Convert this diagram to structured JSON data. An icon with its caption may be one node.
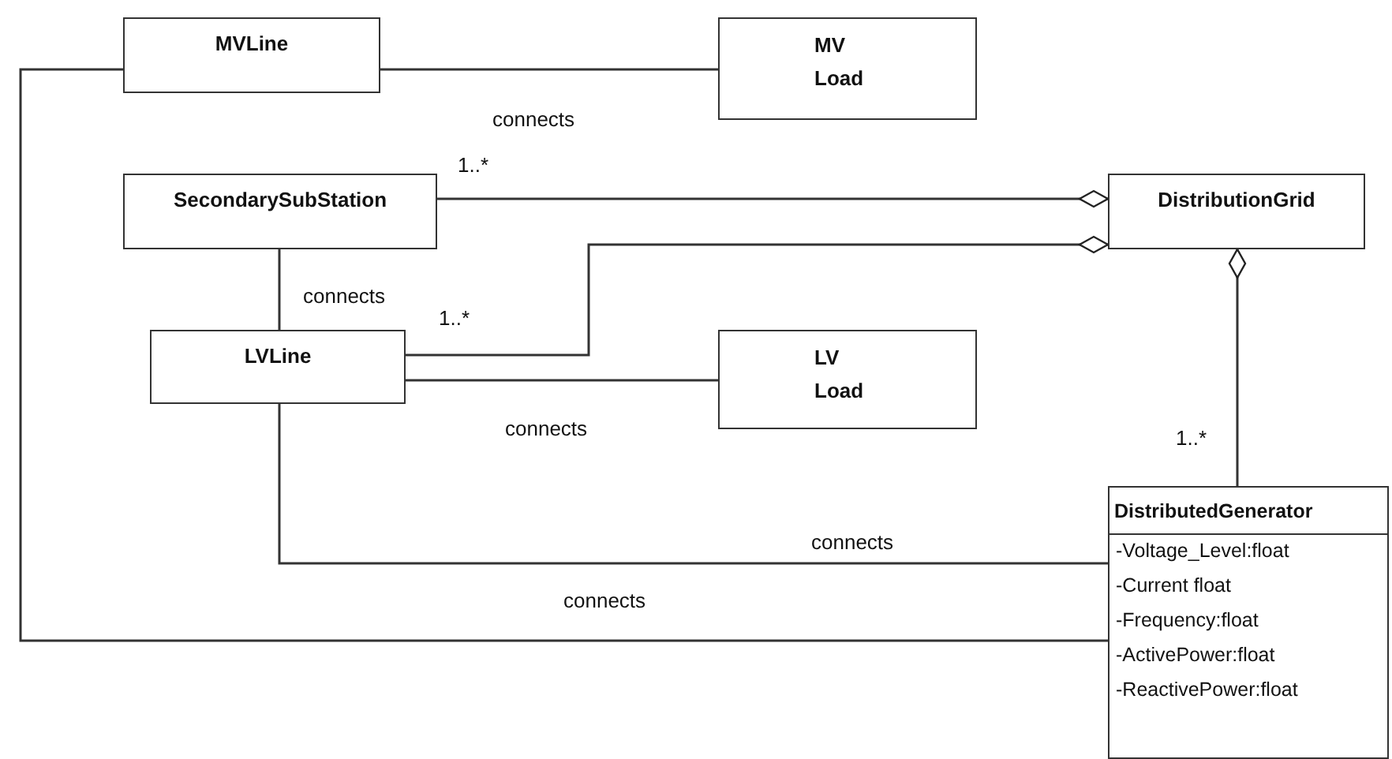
{
  "diagram": {
    "nodes": [
      {
        "text": [
          "MVLine"
        ]
      },
      {
        "text": [
          "MV Load"
        ]
      },
      {
        "text": [
          "SecondarySubStation"
        ]
      },
      {
        "text": [
          "DistributionGrid"
        ]
      },
      {
        "text": [
          "LVLine"
        ]
      },
      {
        "text": [
          "LV Load"
        ]
      },
      {
        "text": [
          "DistributedGenerator",
          "-Voltage_Level:float",
          "-Current float",
          "-Frequency:float",
          "-ActivePower:float",
          "-ReactivePower:float"
        ]
      }
    ],
    "edges": [
      {
        "from": 0,
        "to": 1,
        "arrow": "none",
        "label": "connects"
      },
      {
        "from": 2,
        "to": 3,
        "arrow": "other",
        "label": "1..*"
      },
      {
        "from": 4,
        "to": 3,
        "arrow": "other",
        "label": "1..*"
      },
      {
        "from": 2,
        "to": 4,
        "arrow": "none",
        "label": "connects"
      },
      {
        "from": 4,
        "to": 5,
        "arrow": "none",
        "label": "connects"
      },
      {
        "from": 6,
        "to": 3,
        "arrow": "other",
        "label": "1..*"
      },
      {
        "from": 4,
        "to": 6,
        "arrow": "none",
        "label": "connects"
      },
      {
        "from": 0,
        "to": 6,
        "arrow": "none",
        "label": "connects"
      }
    ]
  }
}
